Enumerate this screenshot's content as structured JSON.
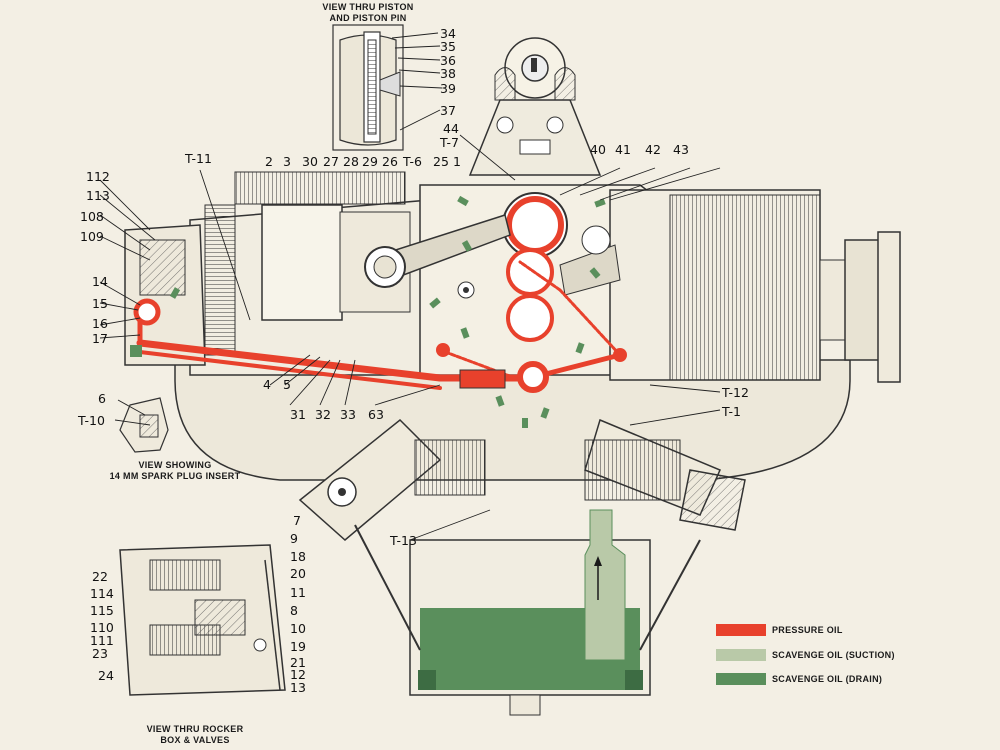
{
  "captions": {
    "piston_view": [
      "VIEW THRU PISTON",
      "AND PISTON PIN"
    ],
    "spark_plug_view": [
      "VIEW SHOWING",
      "14 MM SPARK PLUG INSERT"
    ],
    "rocker_view": [
      "VIEW THRU ROCKER",
      "BOX & VALVES"
    ]
  },
  "legend": [
    {
      "label": "PRESSURE OIL",
      "color": "#e8412c"
    },
    {
      "label": "SCAVENGE OIL (SUCTION)",
      "color": "#b9c9a8"
    },
    {
      "label": "SCAVENGE OIL (DRAIN)",
      "color": "#5a8f5c"
    }
  ],
  "labels": {
    "n34": "34",
    "n35": "35",
    "n36": "36",
    "n38": "38",
    "n39": "39",
    "n37": "37",
    "n44": "44",
    "t7": "T-7",
    "n40": "40",
    "n41": "41",
    "n42": "42",
    "n43": "43",
    "t11": "T-11",
    "n2": "2",
    "n3": "3",
    "n30": "30",
    "n27": "27",
    "n28": "28",
    "n29": "29",
    "n26": "26",
    "t6": "T-6",
    "n25": "25",
    "n1": "1",
    "n112": "112",
    "n113": "113",
    "n108": "108",
    "n109": "109",
    "n14": "14",
    "n15": "15",
    "n16": "16",
    "n17": "17",
    "n4": "4",
    "n5": "5",
    "n31": "31",
    "n32": "32",
    "n33": "33",
    "n63": "63",
    "n6": "6",
    "t10": "T-10",
    "t12": "T-12",
    "t1": "T-1",
    "t13": "T-13",
    "n7": "7",
    "n9": "9",
    "n18": "18",
    "n20": "20",
    "n11": "11",
    "n8": "8",
    "n10": "10",
    "n19": "19",
    "n21": "21",
    "n12": "12",
    "n13": "13",
    "n22": "22",
    "n114": "114",
    "n115": "115",
    "n110": "110",
    "n111": "111",
    "n23": "23",
    "n24": "24"
  }
}
